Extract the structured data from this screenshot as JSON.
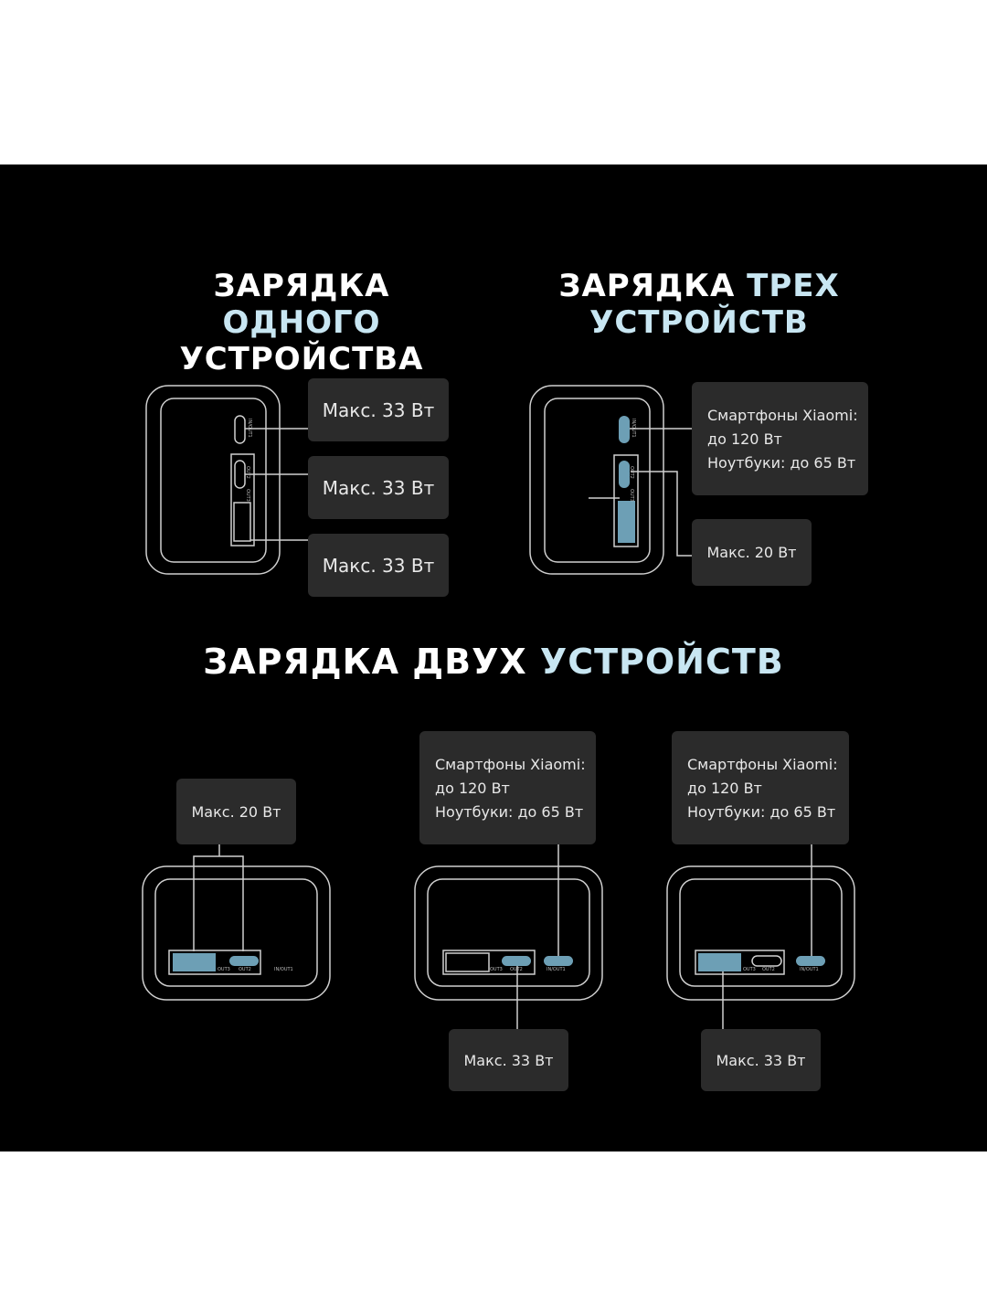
{
  "headings": {
    "one_line1_part1": "ЗАРЯДКА",
    "one_line1_part2": "ОДНОГО",
    "one_line2": "УСТРОЙСТВА",
    "three_line1_part1": "ЗАРЯДКА",
    "three_line1_part2": "ТРЕХ",
    "three_line2": "УСТРОЙСТВ",
    "two_part1": "ЗАРЯДКА ДВУХ",
    "two_part2": "УСТРОЙСТВ"
  },
  "single_device": {
    "labels": [
      "Макс. 33 Вт",
      "Макс. 33 Вт",
      "Макс. 33 Вт"
    ]
  },
  "three_devices": {
    "top_label": [
      "Смартфоны Xiaomi:",
      "до 120 Вт",
      "Ноутбуки: до 65 Вт"
    ],
    "bottom_label": "Макс. 20 Вт"
  },
  "two_devices": {
    "left_label": "Макс. 20 Вт",
    "middle_top_label": [
      "Смартфоны Xiaomi:",
      "до 120 Вт",
      "Ноутбуки: до 65 Вт"
    ],
    "middle_bottom_label": "Макс. 33 Вт",
    "right_top_label": [
      "Смартфоны Xiaomi:",
      "до 120 Вт",
      "Ноутбуки: до 65 Вт"
    ],
    "right_bottom_label": "Макс. 33 Вт"
  },
  "port_labels": {
    "in_out1": "IN/OUT1",
    "out2": "OUT2",
    "out3": "OUT3"
  },
  "colors": {
    "background": "#000000",
    "label_bg": "#2b2b2b",
    "accent_heading": "#c8e6f2",
    "port_active": "#6d9fb5",
    "outline": "#cfcfcf"
  }
}
